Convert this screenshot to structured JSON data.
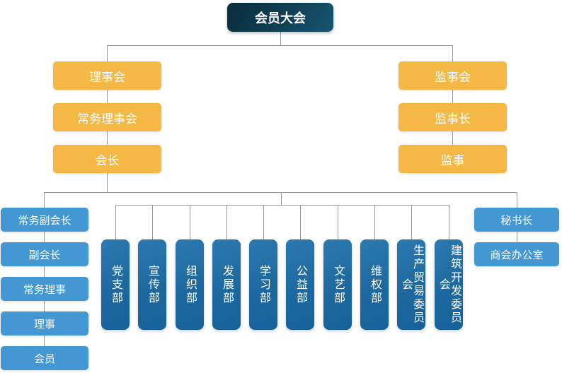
{
  "org_chart": {
    "root": "会员大会",
    "council_branch": [
      "理事会",
      "常务理事会",
      "会长"
    ],
    "supervisory_branch": [
      "监事会",
      "监事长",
      "监事"
    ],
    "membership_column": [
      "常务副会长",
      "副会长",
      "常务理事",
      "理事",
      "会员"
    ],
    "secretary_column": [
      "秘书长",
      "商会办公室"
    ],
    "departments": [
      "党支部",
      "宣传部",
      "组织部",
      "发展部",
      "学习部",
      "公益部",
      "文艺部",
      "维权部",
      "生产贸易委员会",
      "建筑开发委员会"
    ]
  },
  "colors": {
    "root_box_gradient_dark": "#0a2c3c",
    "root_box_gradient_light": "#175671",
    "amber_box": "#f5b845",
    "light_blue_box": "#4397d3",
    "dept_blue_top": "#2c79b1",
    "dept_blue_bottom": "#17619a",
    "connector_line": "#999999",
    "text": "#ffffff",
    "background": "#ffffff"
  }
}
